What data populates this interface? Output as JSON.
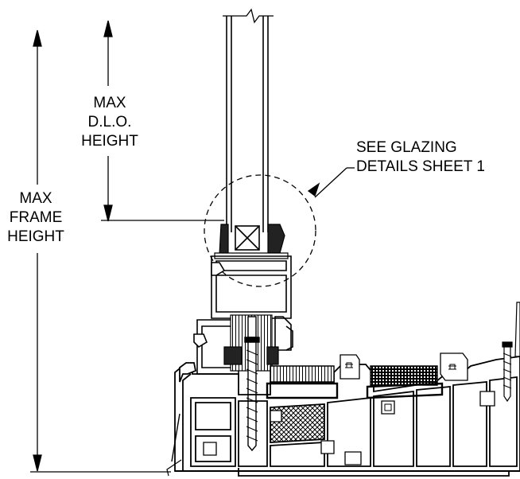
{
  "labels": {
    "max_dlo_height": [
      "MAX",
      "D.L.O.",
      "HEIGHT"
    ],
    "max_frame_height": [
      "MAX",
      "FRAME",
      "HEIGHT"
    ],
    "see_glazing": [
      "SEE GLAZING",
      "DETAILS SHEET 1"
    ]
  },
  "style": {
    "line_color": "#000000",
    "background": "#ffffff"
  }
}
